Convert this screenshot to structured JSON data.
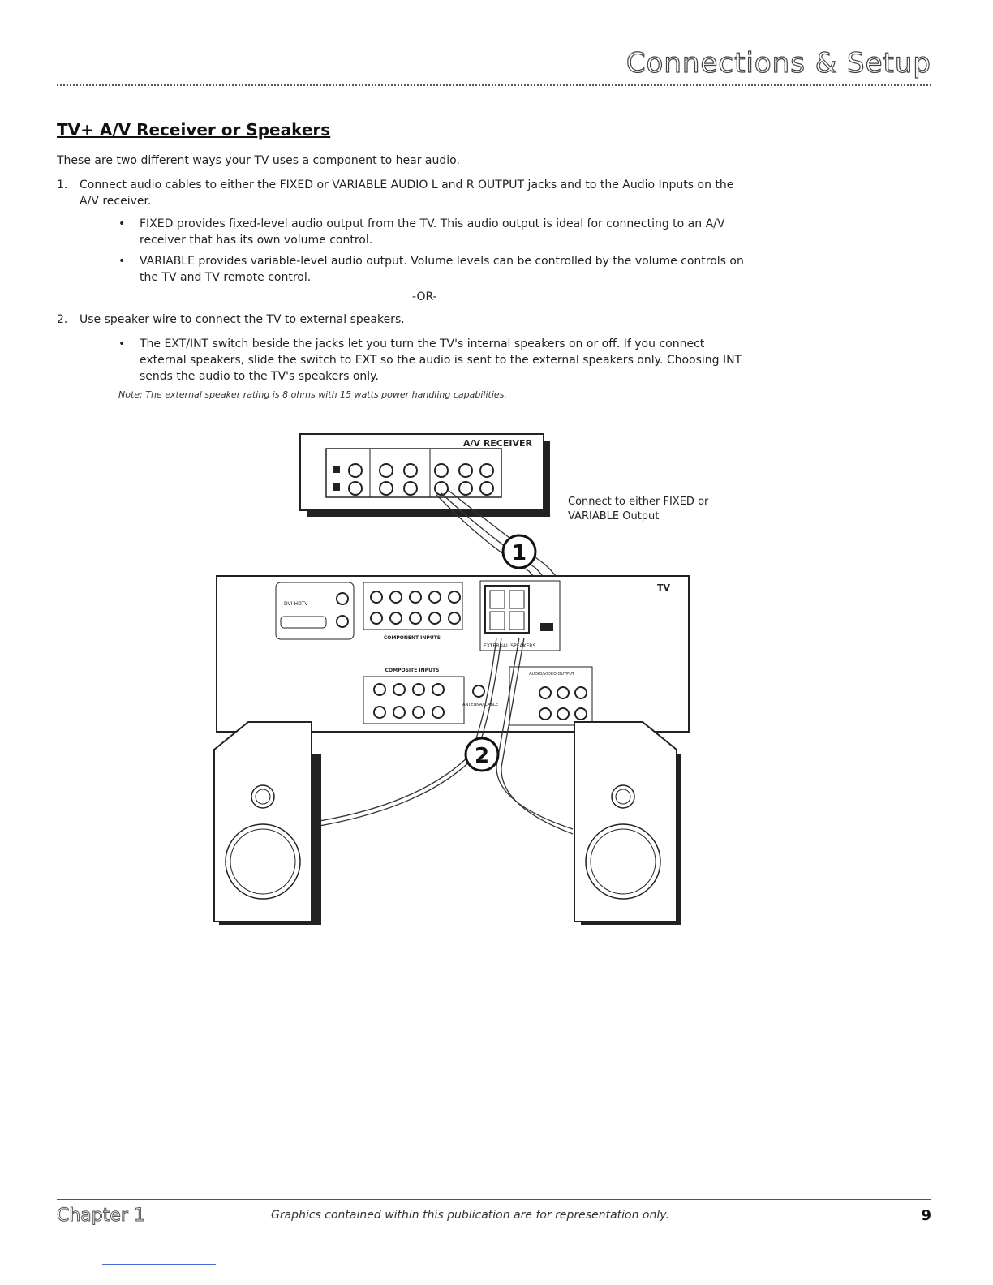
{
  "header": {
    "title": "Connections & Setup"
  },
  "section": {
    "title": "TV+ A/V Receiver or Speakers"
  },
  "intro": "These are two different ways your TV uses a component to hear audio.",
  "steps": [
    {
      "num": "1.",
      "text": "Connect audio cables to either the FIXED or VARIABLE AUDIO L and R OUTPUT jacks and to the Audio Inputs on the A/V receiver."
    },
    {
      "num": "2.",
      "text": "Use speaker wire to connect the TV to external speakers."
    }
  ],
  "bullets_step1": [
    {
      "dot": "•",
      "text": "FIXED provides fixed-level audio output from the TV. This audio output is ideal for connecting to an A/V receiver that has its own volume control."
    },
    {
      "dot": "•",
      "text": "VARIABLE provides variable-level audio output. Volume levels can be controlled by the volume controls on the TV and TV remote control."
    }
  ],
  "or_text": "-OR-",
  "bullets_step2": [
    {
      "dot": "•",
      "text": "The EXT/INT switch beside the jacks let you turn the TV's internal speakers on or off. If you connect external speakers, slide the switch to EXT so the audio is sent to the external speakers only. Choosing INT sends the audio to the TV's speakers only."
    }
  ],
  "note": "Note: The external speaker rating is 8 ohms with 15 watts power handling capabilities.",
  "diagram": {
    "receiver_label": "A/V RECEIVER",
    "tv_label": "TV",
    "callout": "Connect to either FIXED or VARIABLE Output",
    "marker1": "1",
    "marker2": "2",
    "component_inputs": "COMPONENT INPUTS",
    "composite_inputs": "COMPOSITE INPUTS",
    "external_speakers": "EXTERNAL SPEAKERS",
    "audio_video_output": "AUDIO/VIDEO OUTPUT",
    "antenna_cable": "ANTENNA/ CABLE",
    "dvi_hdtv": "DVI-HDTV"
  },
  "footer": {
    "chapter": "Chapter 1",
    "note": "Graphics contained within this publication are for representation only.",
    "page": "9"
  }
}
